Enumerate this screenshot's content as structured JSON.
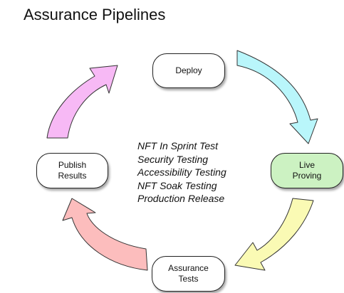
{
  "title": "Assurance Pipelines",
  "nodes": [
    {
      "lines": [
        "Deploy"
      ],
      "fill": "#ffffff"
    },
    {
      "lines": [
        "Live",
        "Proving"
      ],
      "fill": "#ccf2c2"
    },
    {
      "lines": [
        "Assurance",
        "Tests"
      ],
      "fill": "#ffffff"
    },
    {
      "lines": [
        "Publish",
        "Results"
      ],
      "fill": "#ffffff"
    }
  ],
  "center_items": [
    "NFT In Sprint Test",
    "Security Testing",
    "Accessibility Testing",
    "NFT Soak Testing",
    "Production Release"
  ],
  "arrows": [
    {
      "from": "Deploy",
      "to": "Live Proving",
      "color": "#b9f6fb"
    },
    {
      "from": "Live Proving",
      "to": "Assurance Tests",
      "color": "#fafab4"
    },
    {
      "from": "Assurance Tests",
      "to": "Publish Results",
      "color": "#fcbdbd"
    },
    {
      "from": "Publish Results",
      "to": "Deploy",
      "color": "#f7b9f5"
    }
  ]
}
